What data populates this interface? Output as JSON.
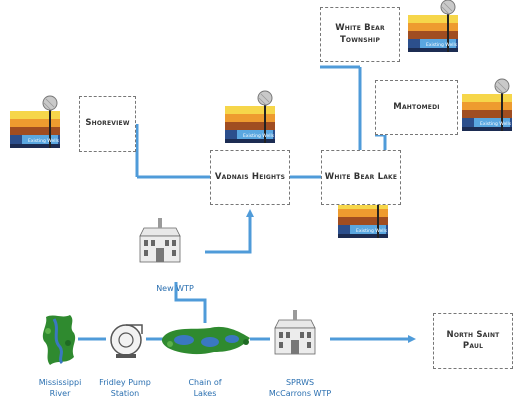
{
  "nodes": {
    "shoreview": "Shoreview",
    "vadnais_heights": "Vadnais Heights",
    "white_bear_lake": "White Bear Lake",
    "white_bear_township": "White Bear Township",
    "mahtomedi": "Mahtomedi",
    "north_saint_paul": "North Saint Paul"
  },
  "captions": {
    "new_wtp": "New WTP",
    "mississippi_river": "Mississippi\nRiver",
    "fridley_pump_station": "Fridley Pump\nStation",
    "chain_of_lakes": "Chain of\nLakes",
    "sprws_wtp": "SPRWS\nMcCarrons WTP"
  },
  "well_label": "Existing Wells",
  "colors": {
    "pipe": "#4f9bd9",
    "caption": "#2a6fb0",
    "box_border": "#777777"
  },
  "icons": [
    "groundwater-well-icon",
    "water-treatment-plant-icon",
    "river-icon",
    "pump-station-icon",
    "lakes-icon"
  ]
}
